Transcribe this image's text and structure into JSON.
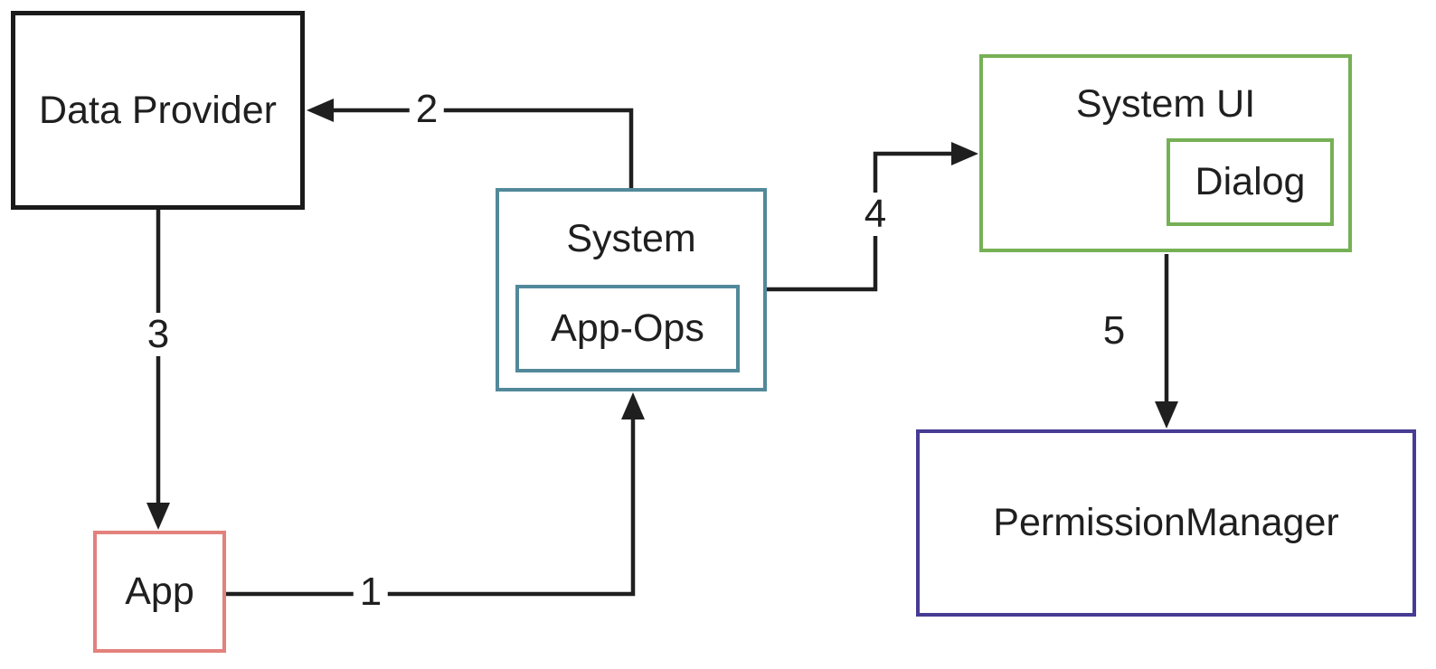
{
  "diagram": {
    "type": "flow-diagram",
    "background_color": "#ffffff",
    "nodes": {
      "data_provider": {
        "label": "Data Provider",
        "border_color": "#1a1a1a"
      },
      "app": {
        "label": "App",
        "border_color": "#e3817c"
      },
      "system": {
        "label": "System",
        "border_color": "#52899a"
      },
      "app_ops": {
        "label": "App-Ops",
        "border_color": "#52899a",
        "parent": "system"
      },
      "system_ui": {
        "label": "System UI",
        "border_color": "#76b055"
      },
      "dialog": {
        "label": "Dialog",
        "border_color": "#76b055",
        "parent": "system_ui"
      },
      "permission_manager": {
        "label": "PermissionManager",
        "border_color": "#463c94"
      }
    },
    "edges": [
      {
        "label": "1",
        "from": "app",
        "to": "system"
      },
      {
        "label": "2",
        "from": "system",
        "to": "data_provider"
      },
      {
        "label": "3",
        "from": "data_provider",
        "to": "app"
      },
      {
        "label": "4",
        "from": "system",
        "to": "system_ui"
      },
      {
        "label": "5",
        "from": "system_ui",
        "to": "permission_manager"
      }
    ],
    "edge_color": "#1f1f1f",
    "text_color": "#1f1f1f"
  }
}
